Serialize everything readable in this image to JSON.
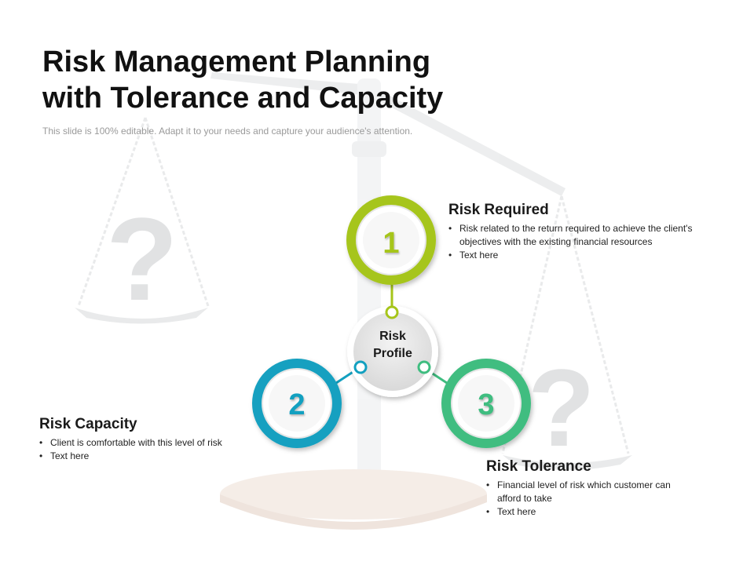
{
  "title": {
    "line1": "Risk Management Planning",
    "line2": "with Tolerance and Capacity"
  },
  "subtitle": "This slide is 100% editable. Adapt it to your needs and capture your audience's attention.",
  "center": {
    "line1": "Risk",
    "line2": "Profile"
  },
  "nodes": [
    {
      "number": "1",
      "color": "#a6c51a",
      "heading": "Risk Required",
      "bullets": [
        "Risk related to the return required to achieve the client's objectives with the existing financial resources",
        "Text here"
      ]
    },
    {
      "number": "2",
      "color": "#12a0c0",
      "heading": "Risk Capacity",
      "bullets": [
        "Client is comfortable with this level of risk",
        "Text here"
      ]
    },
    {
      "number": "3",
      "color": "#3fbd80",
      "heading": "Risk Tolerance",
      "bullets": [
        "Financial level of risk which customer can afford to take",
        "Text here"
      ]
    }
  ],
  "background_image": "balance-scale-with-question-marks"
}
